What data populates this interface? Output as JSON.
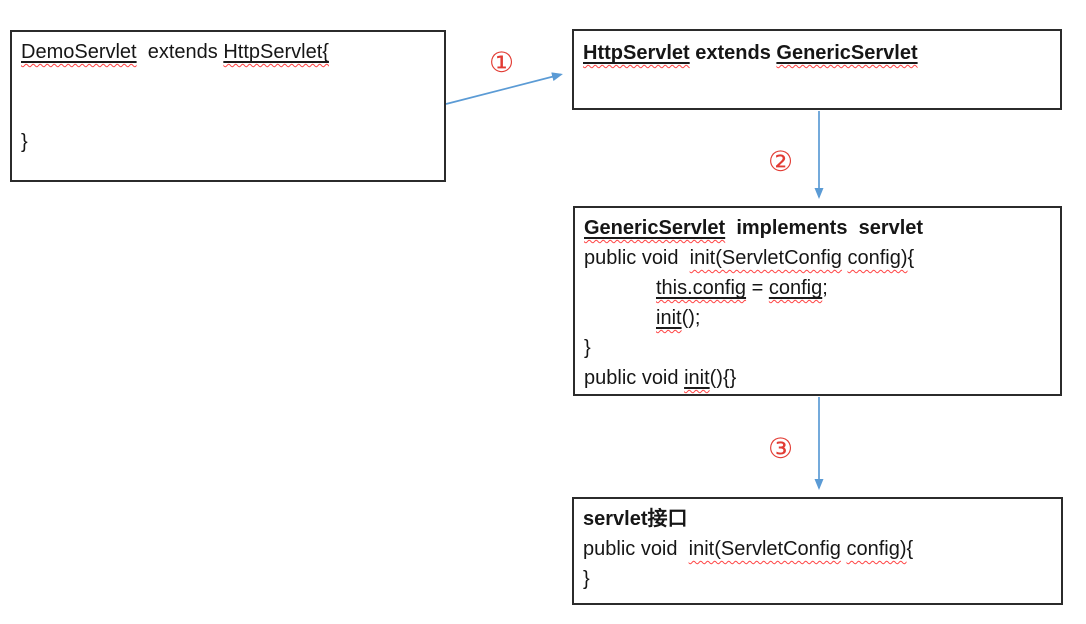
{
  "diagram": {
    "colors": {
      "arrow": "#5b9bd5",
      "step_number": "#e23b33",
      "squiggle": "#ff4343",
      "token_underline": "#1a1a1a",
      "box_border": "#2b2b2b",
      "text": "#161616",
      "background": "#ffffff"
    },
    "boxes": {
      "demo_servlet": {
        "lines": [
          {
            "bold": false,
            "indent": 0,
            "seg": [
              {
                "t": "DemoServlet",
                "u": "uw"
              },
              {
                "t": "  extends ",
                "u": ""
              },
              {
                "t": "HttpServlet{",
                "u": "uw"
              }
            ]
          },
          {
            "seg": []
          },
          {
            "seg": []
          },
          {
            "bold": false,
            "indent": 0,
            "seg": [
              {
                "t": "}",
                "u": ""
              }
            ]
          }
        ]
      },
      "http_servlet": {
        "lines": [
          {
            "bold": true,
            "indent": 0,
            "seg": [
              {
                "t": "HttpServlet",
                "u": "uw"
              },
              {
                "t": " extends ",
                "u": ""
              },
              {
                "t": "GenericServlet",
                "u": "uw"
              }
            ]
          }
        ]
      },
      "generic_servlet": {
        "lines": [
          {
            "bold": true,
            "indent": 0,
            "seg": [
              {
                "t": "GenericServlet",
                "u": "uw"
              },
              {
                "t": "  implements  servlet",
                "u": ""
              }
            ]
          },
          {
            "bold": false,
            "indent": 0,
            "seg": [
              {
                "t": "public void  ",
                "u": ""
              },
              {
                "t": "init(ServletConfig",
                "u": "w"
              },
              {
                "t": " ",
                "u": ""
              },
              {
                "t": "config)",
                "u": "w"
              },
              {
                "t": "{",
                "u": ""
              }
            ]
          },
          {
            "bold": false,
            "indent": 72,
            "seg": [
              {
                "t": "this.config",
                "u": "uw"
              },
              {
                "t": " = ",
                "u": ""
              },
              {
                "t": "config",
                "u": "uw"
              },
              {
                "t": ";",
                "u": ""
              }
            ]
          },
          {
            "bold": false,
            "indent": 72,
            "seg": [
              {
                "t": "init",
                "u": "uw"
              },
              {
                "t": "();",
                "u": ""
              }
            ]
          },
          {
            "bold": false,
            "indent": 0,
            "seg": [
              {
                "t": "}",
                "u": ""
              }
            ]
          },
          {
            "bold": false,
            "indent": 0,
            "seg": [
              {
                "t": "public void ",
                "u": ""
              },
              {
                "t": "init",
                "u": "uw"
              },
              {
                "t": "(){}",
                "u": ""
              }
            ]
          }
        ]
      },
      "servlet_interface": {
        "lines": [
          {
            "bold": true,
            "indent": 0,
            "seg": [
              {
                "t": "servlet",
                "u": ""
              },
              {
                "t": "接口",
                "u": ""
              }
            ]
          },
          {
            "bold": false,
            "indent": 0,
            "seg": [
              {
                "t": "public void  ",
                "u": ""
              },
              {
                "t": "init(ServletConfig",
                "u": "w"
              },
              {
                "t": " ",
                "u": ""
              },
              {
                "t": "config)",
                "u": "w"
              },
              {
                "t": "{",
                "u": ""
              }
            ]
          },
          {
            "bold": false,
            "indent": 0,
            "seg": [
              {
                "t": "}",
                "u": ""
              }
            ]
          }
        ]
      }
    },
    "arrows": [
      {
        "label": "①",
        "from": "DemoServlet box",
        "to": "HttpServlet box"
      },
      {
        "label": "②",
        "from": "HttpServlet box",
        "to": "GenericServlet box"
      },
      {
        "label": "③",
        "from": "GenericServlet box",
        "to": "servlet interface box"
      }
    ]
  }
}
